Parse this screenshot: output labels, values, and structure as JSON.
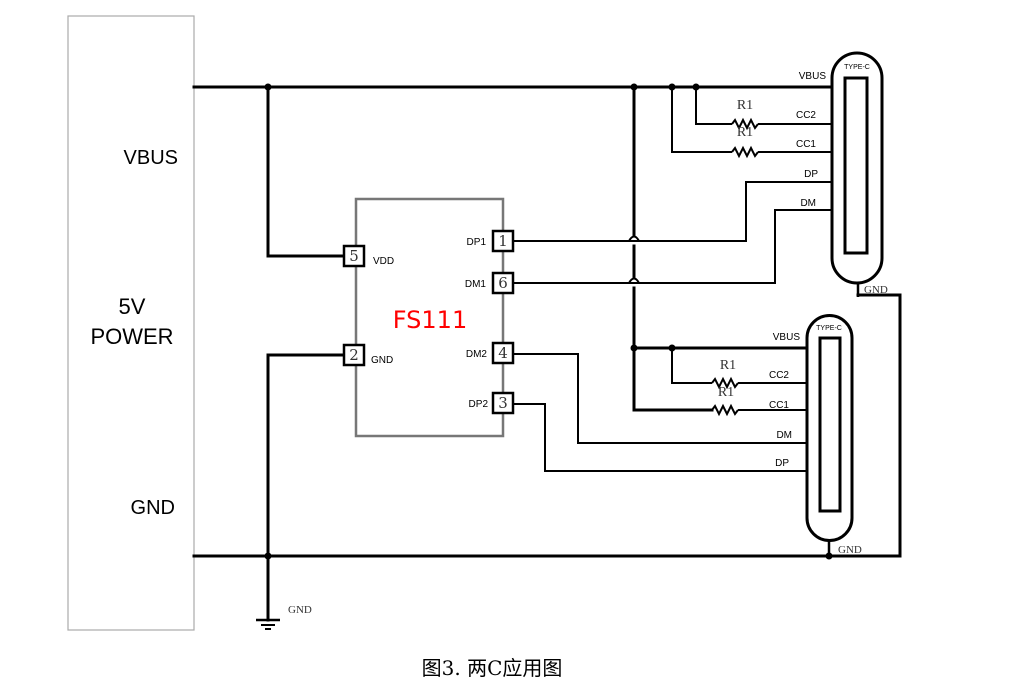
{
  "power_source": {
    "vbus_label": "VBUS",
    "title_line1": "5V",
    "title_line2": "POWER",
    "gnd_label": "GND"
  },
  "chip": {
    "name": "FS111",
    "name_color": "#ff0000",
    "pins": [
      {
        "num": "5",
        "label": "VDD"
      },
      {
        "num": "2",
        "label": "GND"
      },
      {
        "num": "1",
        "label": "DP1"
      },
      {
        "num": "6",
        "label": "DM1"
      },
      {
        "num": "4",
        "label": "DM2"
      },
      {
        "num": "3",
        "label": "DP2"
      }
    ]
  },
  "connectors": [
    {
      "type_label": "TYPE-C",
      "pins": [
        "VBUS",
        "CC2",
        "CC1",
        "DP",
        "DM"
      ],
      "resistors": [
        "R1",
        "R1"
      ],
      "gnd_label": "GND"
    },
    {
      "type_label": "TYPE-C",
      "pins": [
        "VBUS",
        "CC2",
        "CC1",
        "DM",
        "DP"
      ],
      "resistors": [
        "R1",
        "R1"
      ],
      "gnd_label": "GND"
    }
  ],
  "ground_symbol_label": "GND",
  "caption": "图3.  两C应用图"
}
